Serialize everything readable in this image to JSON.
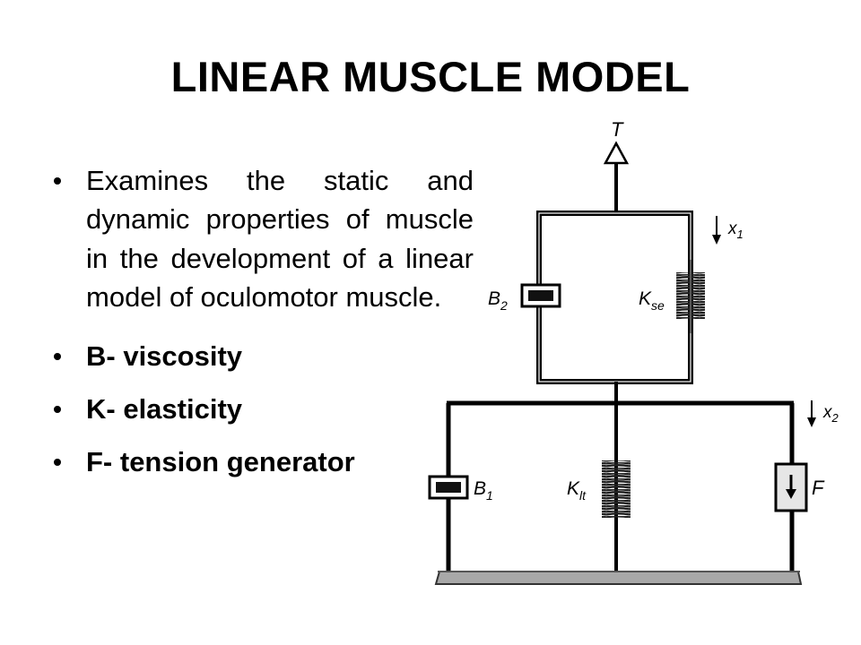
{
  "slide": {
    "title": "LINEAR MUSCLE MODEL",
    "bullets": [
      {
        "text": "Examines the static and dynamic properties of muscle in the development of a linear model of oculomotor muscle."
      },
      {
        "text": "B- viscosity"
      },
      {
        "text": "K- elasticity"
      },
      {
        "text": "F- tension generator"
      }
    ]
  },
  "diagram": {
    "labels": {
      "tension": "T",
      "x1_main": "x",
      "x1_sub": "1",
      "x2_main": "x",
      "x2_sub": "2",
      "b2_main": "B",
      "b2_sub": "2",
      "b1_main": "B",
      "b1_sub": "1",
      "kse_main": "K",
      "kse_sub": "se",
      "klt_main": "K",
      "klt_sub": "lt",
      "force": "F"
    },
    "colors": {
      "line": "#000000",
      "ground": "#a8a8a8",
      "spring": "#222222"
    }
  }
}
